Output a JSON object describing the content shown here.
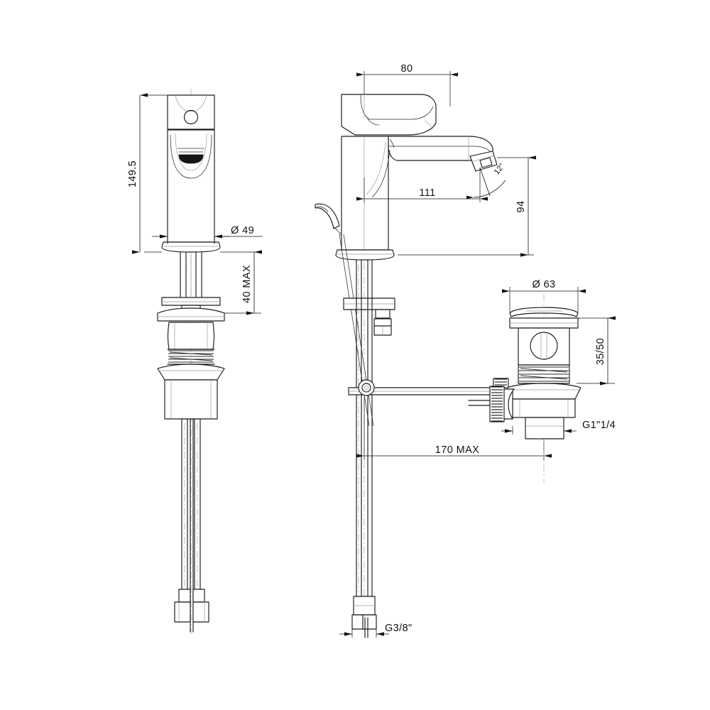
{
  "document": {
    "type": "technical-dimension-drawing",
    "subject": "Single-lever basin mixer tap with pop-up waste",
    "units": "mm",
    "background_color": "#ffffff",
    "line_color": "#1a1a1a",
    "center_line_color": "#9aa0a6"
  },
  "views": {
    "front": {
      "name": "front-elevation"
    },
    "side": {
      "name": "side-elevation"
    },
    "detail": {
      "name": "pop-up-waste-detail"
    }
  },
  "dimensions": {
    "overall_height": "149.5",
    "base_diameter": "Ø 49",
    "mounting_thickness_max": "40 MAX",
    "handle_clearance": "80",
    "spout_reach": "111",
    "spout_height": "94",
    "aerator_angle": "12°",
    "waste_cap_diameter": "Ø 63",
    "waste_height_range": "35/50",
    "waste_thread": "G1\"1/4",
    "rod_length_max": "170 MAX",
    "supply_thread": "G3/8\""
  },
  "labels": [
    {
      "id": "overall-height",
      "text": "149.5",
      "orientation": "vertical"
    },
    {
      "id": "base-diameter",
      "text": "Ø 49",
      "orientation": "horizontal"
    },
    {
      "id": "mounting-thickness",
      "text": "40 MAX",
      "orientation": "vertical"
    },
    {
      "id": "handle-clearance",
      "text": "80",
      "orientation": "horizontal"
    },
    {
      "id": "spout-reach",
      "text": "111",
      "orientation": "horizontal"
    },
    {
      "id": "spout-height",
      "text": "94",
      "orientation": "vertical"
    },
    {
      "id": "aerator-angle",
      "text": "12°",
      "orientation": "rotated"
    },
    {
      "id": "waste-cap-diameter",
      "text": "Ø 63",
      "orientation": "horizontal"
    },
    {
      "id": "waste-height-range",
      "text": "35/50",
      "orientation": "vertical"
    },
    {
      "id": "waste-thread",
      "text": "G1\"1/4",
      "orientation": "horizontal"
    },
    {
      "id": "rod-length-max",
      "text": "170 MAX",
      "orientation": "horizontal"
    },
    {
      "id": "supply-thread",
      "text": "G3/8\"",
      "orientation": "horizontal"
    }
  ]
}
